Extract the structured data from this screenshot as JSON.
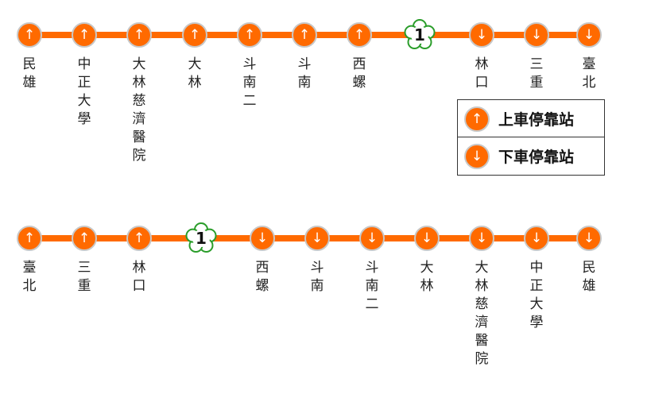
{
  "colors": {
    "line": "#ff6a00",
    "stop": "#ff6a00",
    "stop_border": "#c8c8c8",
    "marker_ring": "#2a9d2a"
  },
  "icons": {
    "up": "up-arrow-icon",
    "down": "down-arrow-icon",
    "marker": "plum-blossom-number-icon"
  },
  "routes": [
    {
      "stops": [
        {
          "name": "民雄",
          "dir": "↑"
        },
        {
          "name": "中正大學",
          "dir": "↑"
        },
        {
          "name": "大林慈濟醫院",
          "dir": "↑"
        },
        {
          "name": "大林",
          "dir": "↑"
        },
        {
          "name": "斗南二",
          "dir": "↑"
        },
        {
          "name": "斗南",
          "dir": "↑"
        },
        {
          "name": "西螺",
          "dir": "↑"
        },
        {
          "marker": "1"
        },
        {
          "name": "林口",
          "dir": "↓"
        },
        {
          "name": "三重",
          "dir": "↓"
        },
        {
          "name": "臺北",
          "dir": "↓"
        }
      ]
    },
    {
      "stops": [
        {
          "name": "臺北",
          "dir": "↑"
        },
        {
          "name": "三重",
          "dir": "↑"
        },
        {
          "name": "林口",
          "dir": "↑"
        },
        {
          "marker": "1"
        },
        {
          "name": "西螺",
          "dir": "↓"
        },
        {
          "name": "斗南",
          "dir": "↓"
        },
        {
          "name": "斗南二",
          "dir": "↓"
        },
        {
          "name": "大林",
          "dir": "↓"
        },
        {
          "name": "大林慈濟醫院",
          "dir": "↓"
        },
        {
          "name": "中正大學",
          "dir": "↓"
        },
        {
          "name": "民雄",
          "dir": "↓"
        }
      ]
    }
  ],
  "legend": [
    {
      "dir": "↑",
      "label": "上車停靠站"
    },
    {
      "dir": "↓",
      "label": "下車停靠站"
    }
  ]
}
